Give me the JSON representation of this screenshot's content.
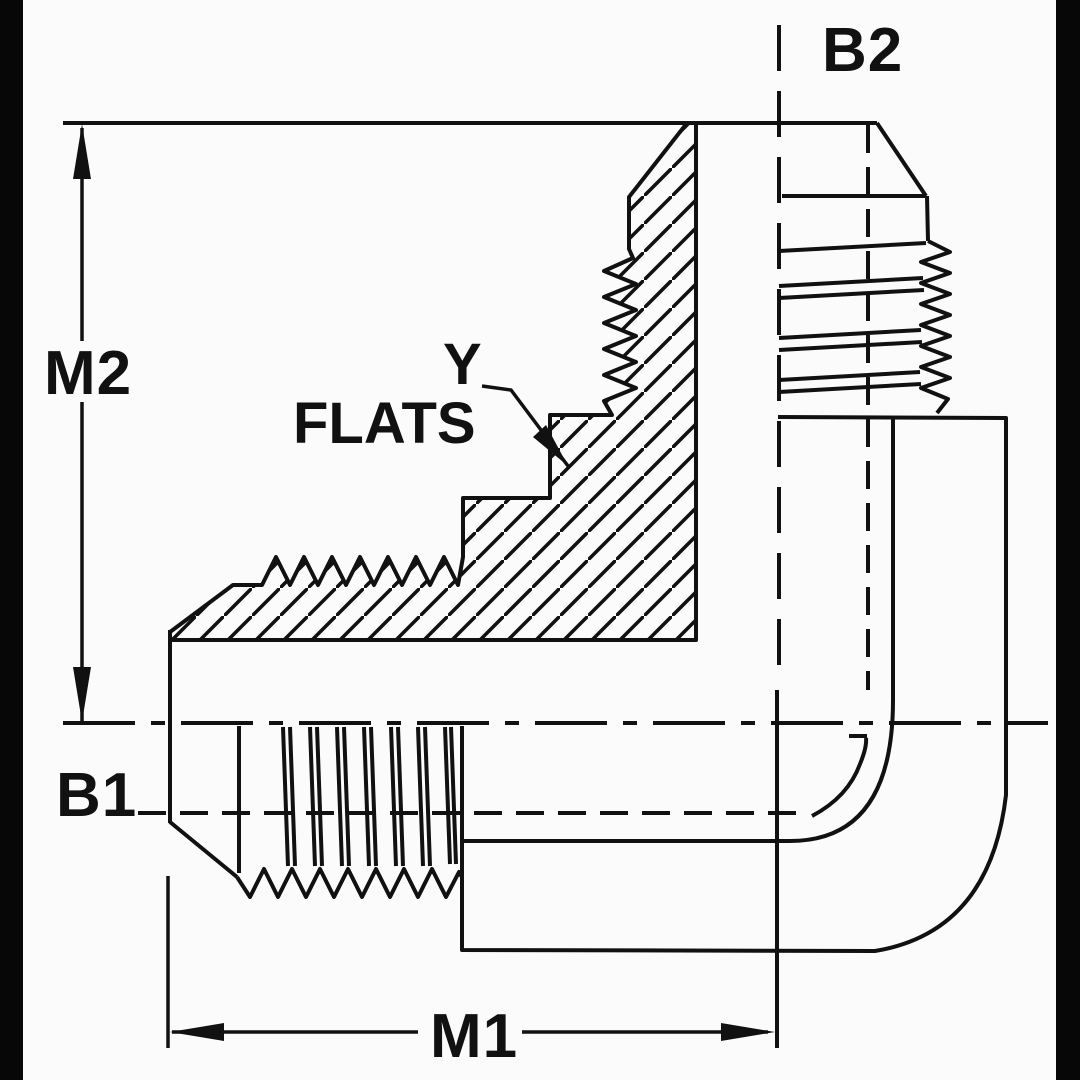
{
  "drawing": {
    "kind": "engineering-section-drawing",
    "subject": "90-degree male flare elbow fitting, half-section view",
    "labels": {
      "m2": "M2",
      "b2": "B2",
      "b1": "B1",
      "m1": "M1",
      "y": "Y",
      "flats": "FLATS"
    },
    "colors": {
      "ink": "#111111",
      "paper": "#fbfbfb",
      "edge_bars": "#070707"
    }
  }
}
